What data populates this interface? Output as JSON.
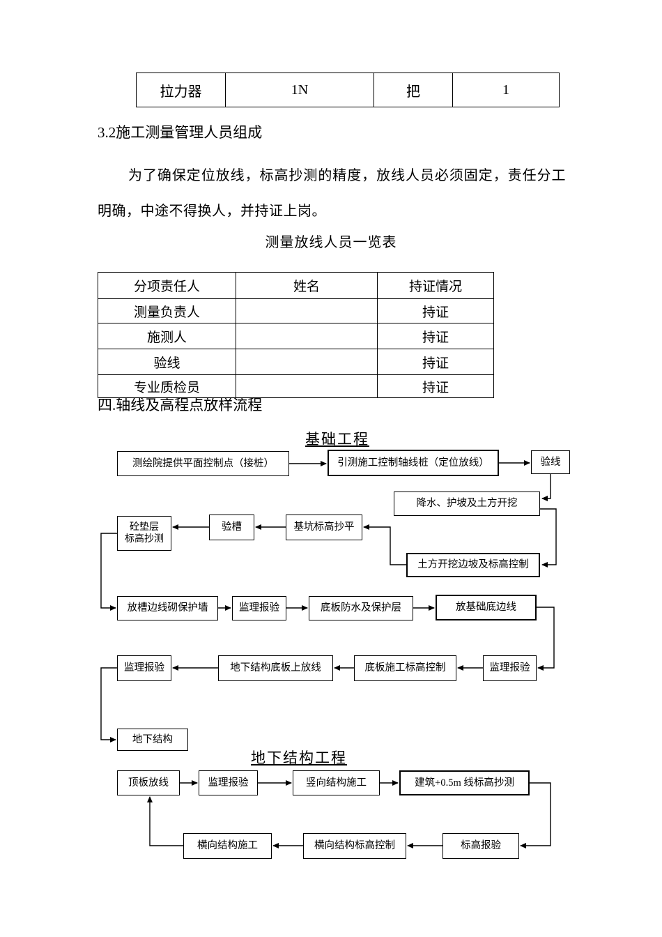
{
  "top_table": {
    "cells": [
      "拉力器",
      "1N",
      "把",
      "1"
    ]
  },
  "heading_32": "3.2施工测量管理人员组成",
  "paragraph": "为了确保定位放线，标高抄测的精度，放线人员必须固定，责任分工明确，中途不得换人，并持证上岗。",
  "roster_title": "测量放线人员一览表",
  "roster": {
    "headers": [
      "分项责任人",
      "姓名",
      "持证情况"
    ],
    "rows": [
      [
        "测量负责人",
        "",
        "持证"
      ],
      [
        "施测人",
        "",
        "持证"
      ],
      [
        "验线",
        "",
        "持证"
      ],
      [
        "专业质检员",
        "",
        "持证"
      ]
    ]
  },
  "heading_4": "四.轴线及高程点放样流程",
  "flow": {
    "section1_title": "基础工程",
    "section2_title": "地下结构工程",
    "nodes": {
      "survey_points": "测绘院提供平面控制点（接桩）",
      "axis_piles": "引测施工控制轴线桩（定位放线）",
      "line_check": "验线",
      "dewatering": "降水、护坡及土方开挖",
      "slope_control": "土方开挖边坡及标高控制",
      "pit_leveling": "基坑标高抄平",
      "trench_check": "验槽",
      "cushion_leveling": "砼垫层\n标高抄测",
      "protect_wall": "放槽边线砌保护墙",
      "supervision_1": "监理报验",
      "waterproof": "底板防水及保护层",
      "base_edge": "放基础底边线",
      "supervision_2": "监理报验",
      "slab_layout": "地下结构底板上放线",
      "slab_elevation": "底板施工标高控制",
      "supervision_3": "监理报验",
      "underground": "地下结构",
      "roof_layout": "顶板放线",
      "supervision_4": "监理报验",
      "vertical_construction": "竖向结构施工",
      "building_line": "建筑+0.5m 线标高抄测",
      "horizontal_construction": "横向结构施工",
      "horizontal_control": "横向结构标高控制",
      "elevation_report": "标高报验"
    }
  }
}
